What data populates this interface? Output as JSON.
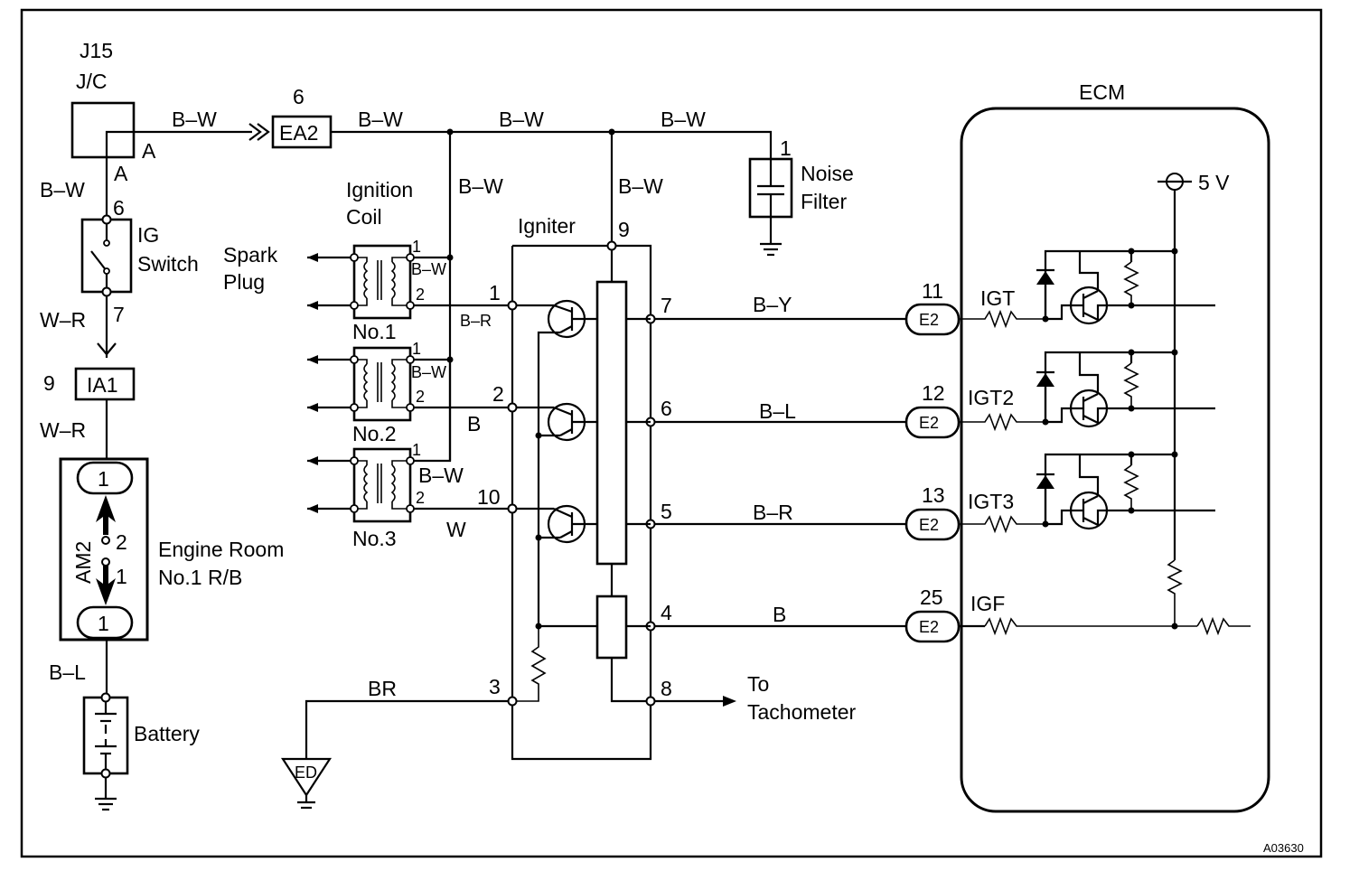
{
  "jc": {
    "code": "J15",
    "name": "J/C",
    "pin_out": "A",
    "pin_in": "A"
  },
  "wires": {
    "jc_out": "B–W",
    "jc_down": "B–W",
    "ea2_right": "B–W",
    "top_mid": "B–W",
    "top_right": "B–W",
    "coil_feed": "B–W",
    "igniter_feed": "B–W",
    "switch_out": "W–R",
    "ia1_out": "W–R",
    "am2_out": "B–L",
    "coil1_bw": "B–W",
    "coil2_bw": "B–W",
    "coil3_bw": "B–W",
    "coil1_neg": "B–R",
    "coil2_neg": "B",
    "coil3_neg": "W",
    "igt": "B–Y",
    "igt2": "B–L",
    "igt3": "B–R",
    "igf": "B",
    "ground": "BR"
  },
  "ea2": {
    "label": "EA2",
    "pin": "6"
  },
  "ia1": {
    "label": "IA1",
    "pin": "9"
  },
  "ig_switch": {
    "name": "IG\nSwitch",
    "line1": "IG",
    "line2": "Switch",
    "pin_in": "6",
    "pin_out": "7"
  },
  "rb": {
    "fuse": "AM2",
    "pin_top": "1",
    "pin_bottom": "1",
    "fuse_pin_a": "2",
    "fuse_pin_b": "1",
    "line1": "Engine Room",
    "line2": "No.1 R/B"
  },
  "battery": {
    "label": "Battery"
  },
  "noise_filter": {
    "pin": "1",
    "line1": "Noise",
    "line2": "Filter"
  },
  "ignition_coil": {
    "line1": "Ignition",
    "line2": "Coil",
    "coils": [
      "No.1",
      "No.2",
      "No.3"
    ],
    "pin1": "1",
    "pin2": "2"
  },
  "spark_plug": {
    "line1": "Spark",
    "line2": "Plug"
  },
  "igniter": {
    "label": "Igniter",
    "pins": {
      "top": "9",
      "c1": "1",
      "c2": "2",
      "c3": "10",
      "gnd": "3",
      "igt": "7",
      "igt2": "6",
      "igt3": "5",
      "igf": "4",
      "tach": "8"
    }
  },
  "tachometer": {
    "line1": "To",
    "line2": "Tachometer"
  },
  "ground_symbol": {
    "label": "ED"
  },
  "ecm": {
    "title": "ECM",
    "supply": "5 V",
    "connector": "E2",
    "signals": [
      {
        "pin": "11",
        "name": "IGT"
      },
      {
        "pin": "12",
        "name": "IGT2"
      },
      {
        "pin": "13",
        "name": "IGT3"
      },
      {
        "pin": "25",
        "name": "IGF"
      }
    ]
  },
  "figure_code": "A03630"
}
